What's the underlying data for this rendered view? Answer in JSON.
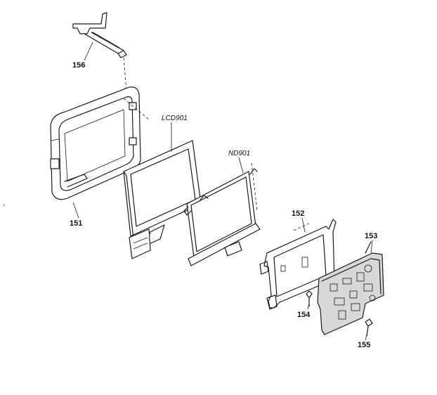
{
  "parts": {
    "p156": "156",
    "p151": "151",
    "lcd901": "LCD901",
    "nd901": "ND901",
    "p152": "152",
    "p153": "153",
    "p154": "154",
    "p155": "155"
  }
}
